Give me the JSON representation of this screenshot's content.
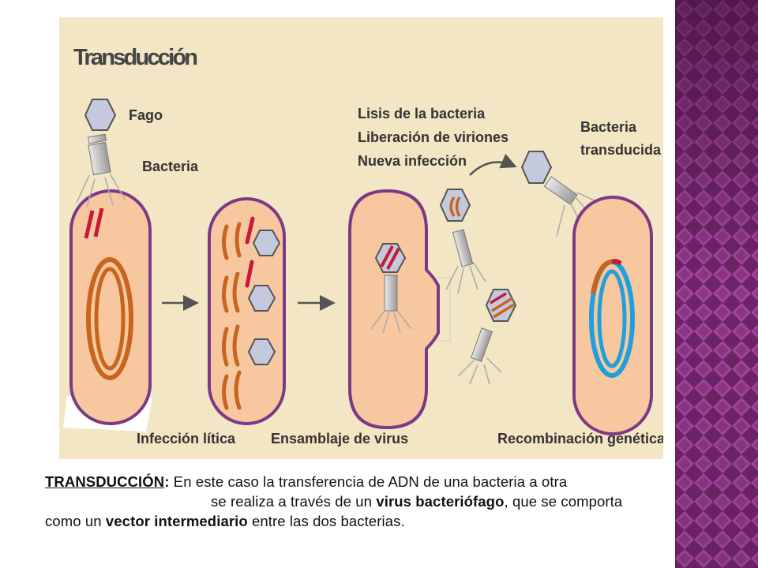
{
  "diagram": {
    "title": "Transducción",
    "labels": {
      "fago": "Fago",
      "bacteria": "Bacteria",
      "lisis_1": "Lisis de la bacteria",
      "lisis_2": "Liberación de viriones",
      "lisis_3": "Nueva infección",
      "transducida_1": "Bacteria",
      "transducida_2": "transducida"
    },
    "stages": {
      "stage1": "Infección lítica",
      "stage2": "Ensamblaje de virus",
      "stage3": "Recombinación genética"
    }
  },
  "caption": {
    "term": "TRANSDUCCIÓN",
    "colon": ":",
    "line1_rest": " En este caso la transferencia de ADN de una bacteria a otra",
    "line2_a": "se realiza a través de un ",
    "line2_bold": "virus bacteriófago",
    "line2_b": ", que se comporta",
    "line3_a": "como un ",
    "line3_bold": "vector intermediario",
    "line3_b": " entre las dos bacterias."
  },
  "colors": {
    "panel_bg": "#f3e6c4",
    "cell_fill": "#f7c8a0",
    "cell_outline": "#7b3a86",
    "dna_orange": "#c9641e",
    "dna_red": "#c8193c",
    "dna_blue": "#1f9fdc",
    "phage_head": "#c5c9dd",
    "stripe": "#7a2a73"
  }
}
